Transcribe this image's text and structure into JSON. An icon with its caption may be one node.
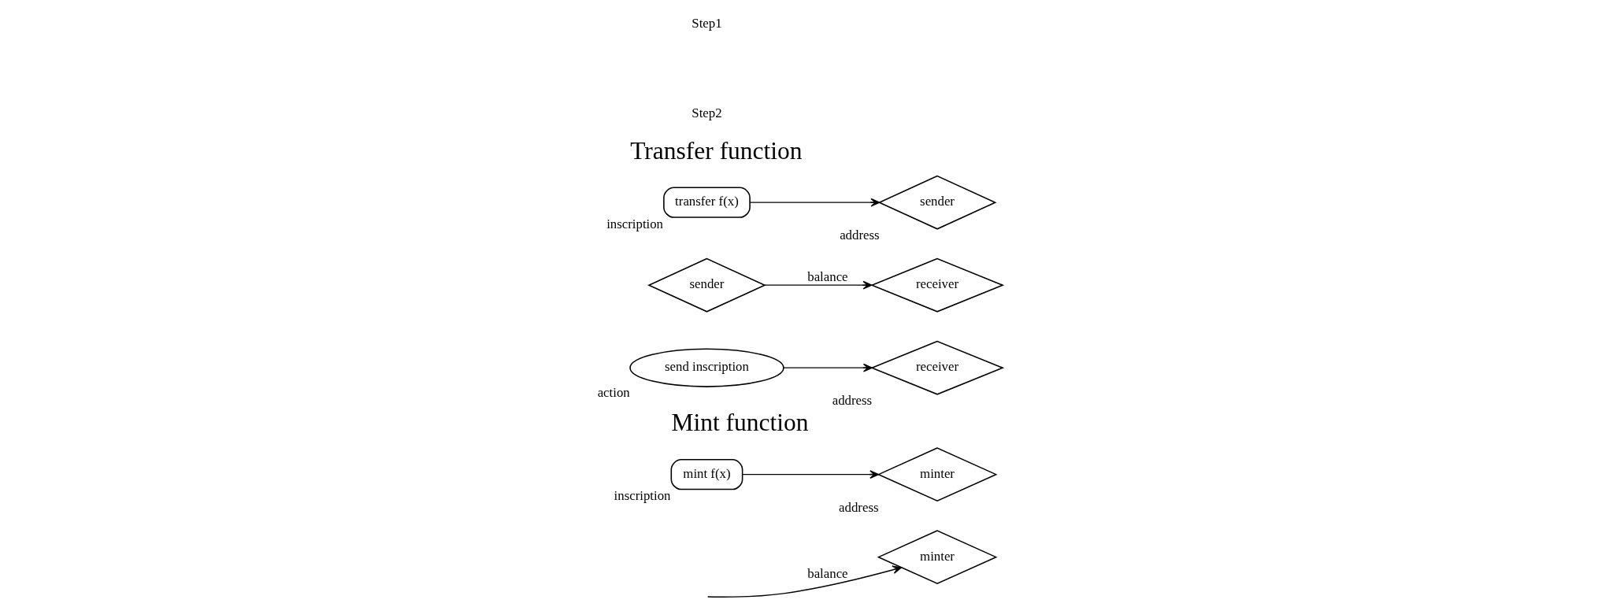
{
  "diagram": {
    "nodes": [
      {
        "text": [
          "minter"
        ]
      },
      {
        "text": [
          "mint f(x)"
        ],
        "beside": [
          "inscription"
        ]
      },
      {
        "text": [
          "minter"
        ],
        "beside": [
          "address"
        ]
      },
      {
        "text": [
          "transfer f(x)"
        ],
        "beside": [
          "inscription"
        ]
      },
      {
        "text": [
          "sender"
        ],
        "beside": [
          "address"
        ]
      },
      {
        "text": [
          "sender"
        ]
      },
      {
        "text": [
          "receiver"
        ]
      },
      {
        "text": [
          "send inscription"
        ],
        "beside": [
          "action"
        ]
      },
      {
        "text": [
          "receiver"
        ],
        "beside": [
          "address"
        ]
      }
    ],
    "edges": [
      {
        "from": null,
        "to": 0,
        "arrow": "to",
        "label": "balance"
      },
      {
        "from": 1,
        "to": 2,
        "arrow": "to"
      },
      {
        "from": 3,
        "to": 4,
        "arrow": "to"
      },
      {
        "from": 5,
        "to": 6,
        "arrow": "to",
        "label": "balance"
      },
      {
        "from": 7,
        "to": 8,
        "arrow": "to"
      }
    ],
    "labels": [
      "Mint function",
      "Transfer function",
      "Step1",
      "Step2"
    ]
  }
}
